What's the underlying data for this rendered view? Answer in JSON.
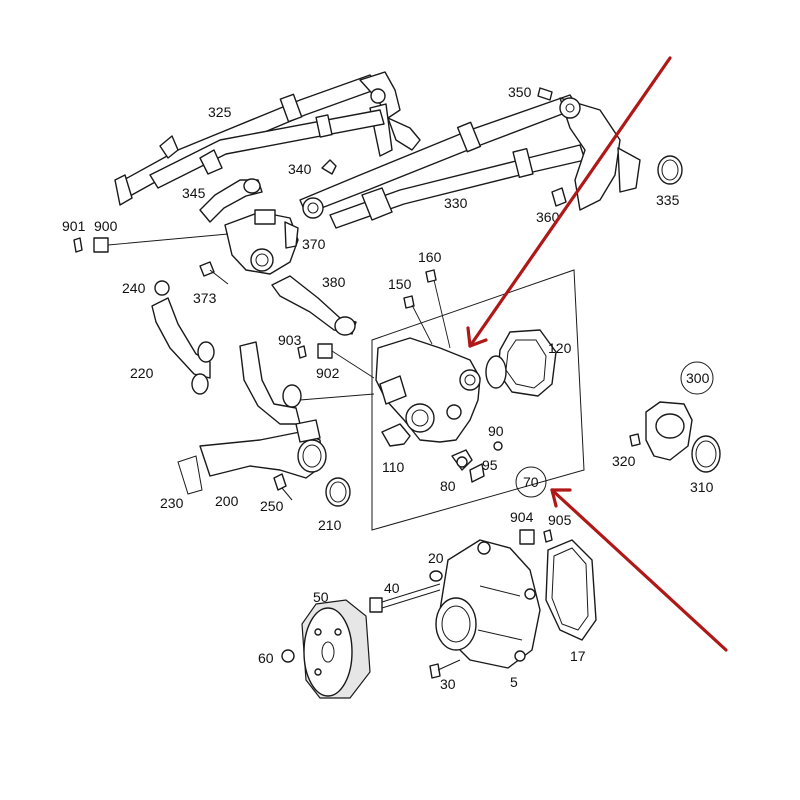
{
  "diagram": {
    "part_numbers": [
      "325",
      "350",
      "340",
      "345",
      "335",
      "330",
      "360",
      "901",
      "900",
      "370",
      "240",
      "373",
      "380",
      "160",
      "150",
      "120",
      "903",
      "902",
      "220",
      "300",
      "90",
      "110",
      "95",
      "320",
      "310",
      "80",
      "70",
      "230",
      "200",
      "250",
      "210",
      "904",
      "905",
      "20",
      "40",
      "50",
      "60",
      "30",
      "5",
      "17"
    ],
    "highlight_color": "#b01818"
  }
}
